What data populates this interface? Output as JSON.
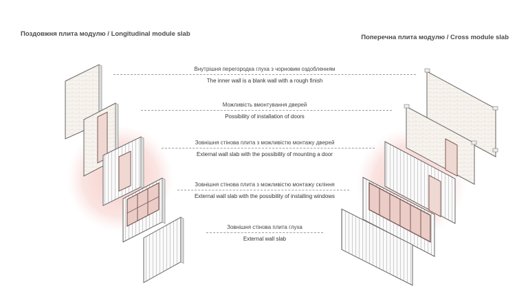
{
  "headers": {
    "left": "Поздовжня плита модулю / Longitudinal module slab",
    "right": "Поперечна плита модулю / Cross module slab"
  },
  "labels": [
    {
      "ua": "Внутрішня перегородка глуха з чорновим оздобленням",
      "en": "The inner wall is a blank wall with a rough finish"
    },
    {
      "ua": "Можливість вмонтування дверей",
      "en": "Possibility of installation of doors"
    },
    {
      "ua": "Зовнішня стінова плита з можливістю монтажу дверей",
      "en": "External wall slab with the possibility of mounting a door"
    },
    {
      "ua": "Зовнішня стінова плита з можливістю монтажу скління",
      "en": "External wall slab with the possibility of installing windows"
    },
    {
      "ua": "Зовнішня стінова плита глуха",
      "en": "External wall slab"
    }
  ],
  "colors": {
    "accent_circle": "#f6d4d0",
    "panel_face": "#fbfaf7",
    "panel_edge": "#666666",
    "rib": "#b0b0b0",
    "frame": "#7a5a55",
    "glass": "#e9c8c2",
    "text": "#444444"
  }
}
